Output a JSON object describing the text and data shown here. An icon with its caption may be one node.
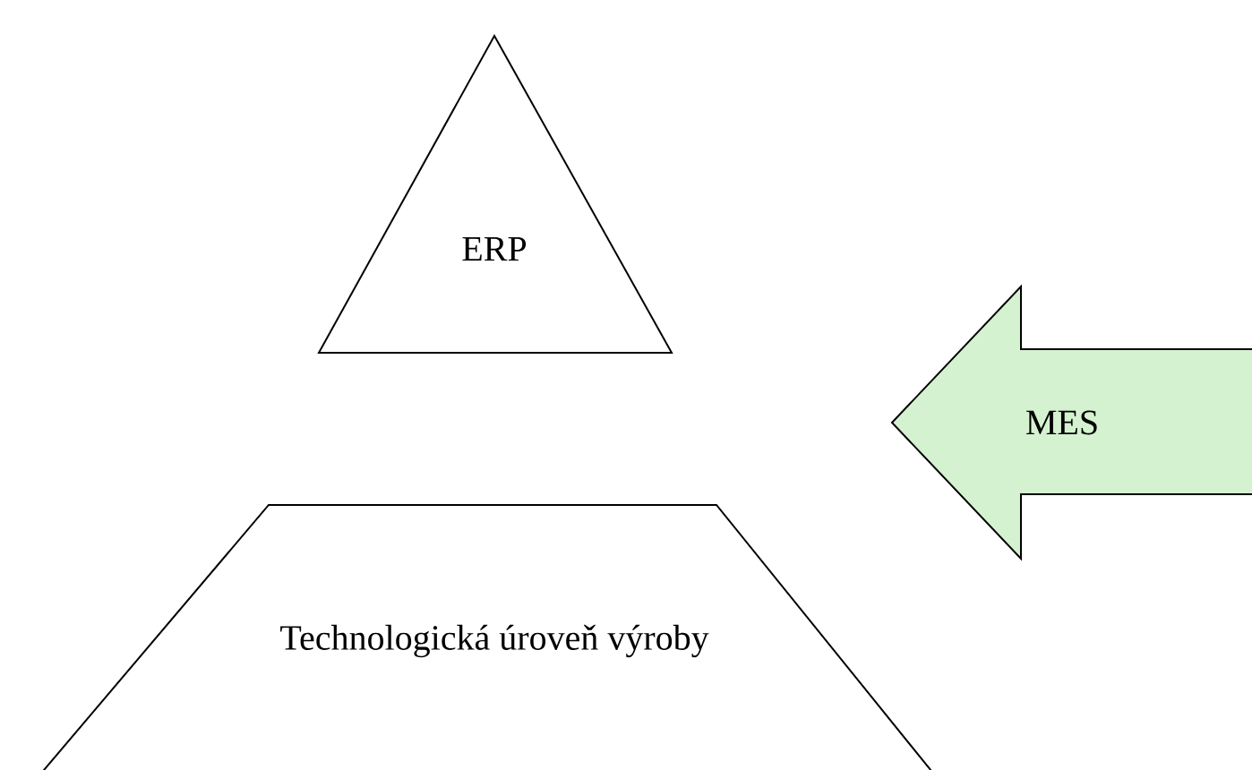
{
  "diagram": {
    "nodes": [
      {
        "text": [
          "ERP"
        ]
      },
      {
        "text": [
          "MES"
        ]
      },
      {
        "text": [
          "Technologická úroveň výroby"
        ]
      }
    ]
  }
}
